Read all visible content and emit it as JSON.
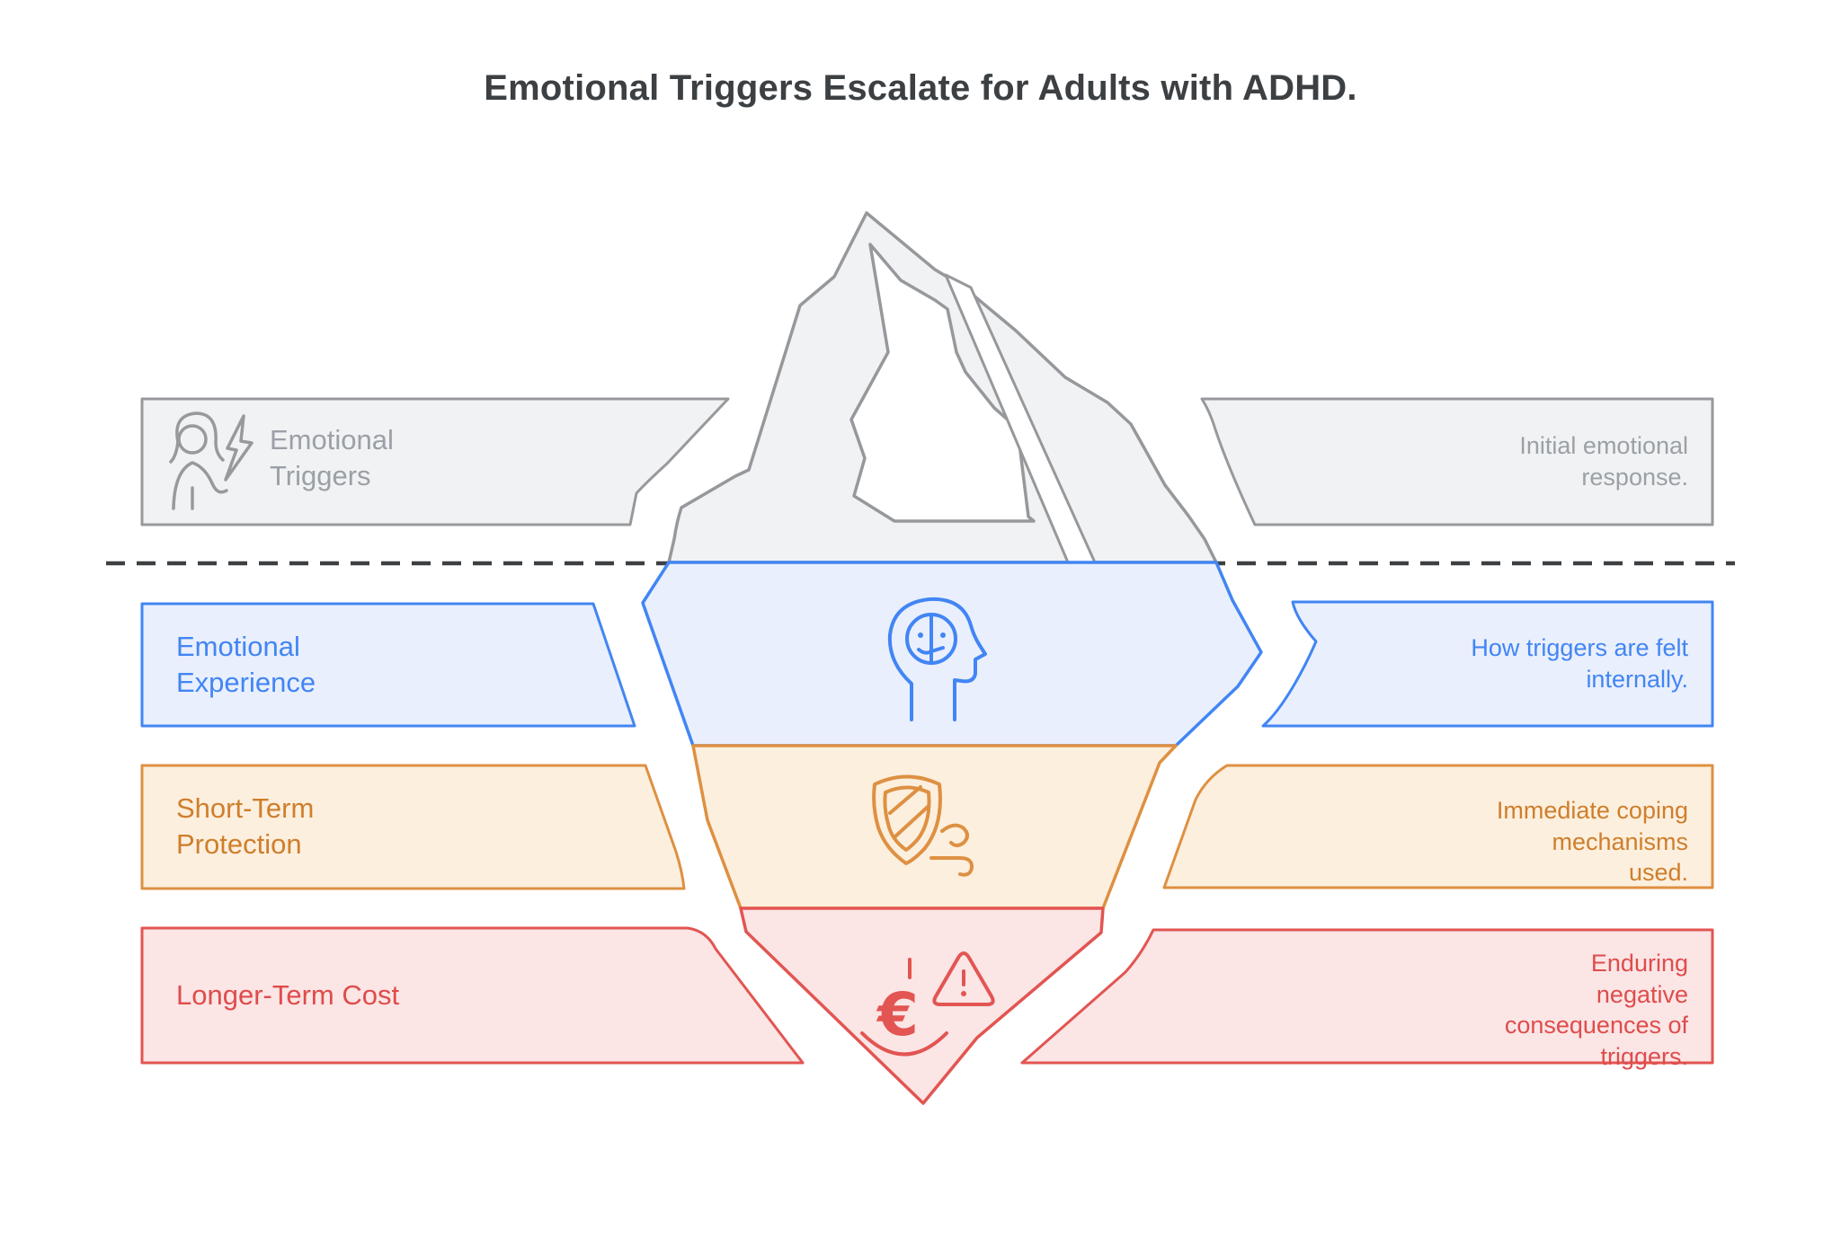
{
  "title": "Emotional Triggers Escalate for Adults with ADHD.",
  "diagram_type": "iceberg",
  "waterline": {
    "style": "dashed",
    "color": "#3C4043"
  },
  "colors": {
    "title_text": "#3C4043",
    "gray_stroke": "#97999C",
    "gray_fill": "#F1F2F3",
    "gray_text": "#9AA0A6",
    "blue_stroke": "#4285F4",
    "blue_fill": "#E9EFFC",
    "blue_text": "#4285F4",
    "orange_stroke": "#DE9042",
    "orange_fill": "#FCEFDE",
    "orange_text": "#CF7E2B",
    "red_stroke": "#E25552",
    "red_fill": "#FBE5E5",
    "red_text": "#DF4C4C"
  },
  "layers": [
    {
      "name": "Emotional Triggers",
      "description": "Initial emotional response.",
      "icon": "person-lightning-icon",
      "position": "above waterline",
      "color_key": "gray"
    },
    {
      "name": "Emotional Experience",
      "description": "How triggers are felt internally.",
      "icon": "head-mind-icon",
      "position": "below waterline 1",
      "color_key": "blue"
    },
    {
      "name": "Short-Term Protection",
      "description": "Immediate coping mechanisms used.",
      "icon": "shield-wind-icon",
      "position": "below waterline 2",
      "color_key": "orange"
    },
    {
      "name": "Longer-Term Cost",
      "description": "Enduring negative consequences of triggers.",
      "icon": "euro-warning-icon",
      "position": "below waterline 3",
      "color_key": "red"
    }
  ],
  "icons": {
    "euro_glyph": "€"
  }
}
